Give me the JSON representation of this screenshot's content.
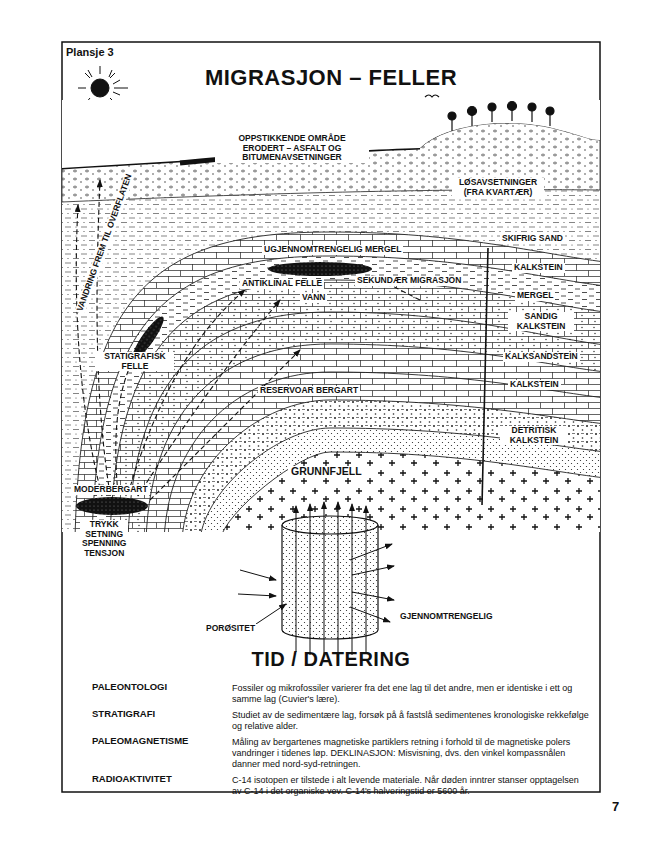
{
  "diagram": {
    "title": "MIGRASJON – FELLER",
    "labels": [
      "Plansje 3",
      "OPPSTIKKENDE OMRÅDE ERODERT – ASFALT OG BITUMENAVSETNINGER",
      "LØSAVSETNINGER (FRA KVARTÆR)",
      "VANDRING FREM TIL OVERFLATEN",
      "SKIFRIG SAND",
      "UGJENNOMTRENGELIG MERGEL",
      "ANTIKLINAL FELLE",
      "KALKSTEIN",
      "VANN",
      "SEKUNDÆR MIGRASJON",
      "STATIGRAFISK FELLE",
      "MERGEL",
      "SANDIG KALKSTEIN",
      "RESERVOAR BERGART",
      "KALKSANDSTEIN",
      "KALKSTEIN",
      "GRUNNFJELL",
      "DETRITISK KALKSTEIN",
      "MODERBERGART",
      "TRYKK SETNING SPENNING TENSJON",
      "PORØSITET",
      "GJENNOMTRENGELIG",
      "TID / DATERING",
      "PALEONTOLOGI",
      "Fossiler og mikrofossiler varierer fra det ene lag til det andre, men er identiske i ett og samme lag (Cuvier's lære).",
      "STRATIGRAFI",
      "Studiet av de sedimentære lag, forsøk på å fastslå sedimentenes kronologiske rekkefølge og relative alder.",
      "PALEOMAGNETISME",
      "Måling av bergartenes magnetiske partiklers retning i forhold til de magnetiske polers vandringer i tidenes løp. DEKLINASJON: Misvisning, dvs. den vinkel kompassnålen danner med nord-syd-retningen.",
      "RADIOAKTIVITET",
      "C-14 isotopen er tilstede i alt levende materiale. Når døden inntrer stanser opptagelsen av C-14 i det organiske vev. C-14's halveringstid er 5600 år.",
      "7"
    ]
  }
}
